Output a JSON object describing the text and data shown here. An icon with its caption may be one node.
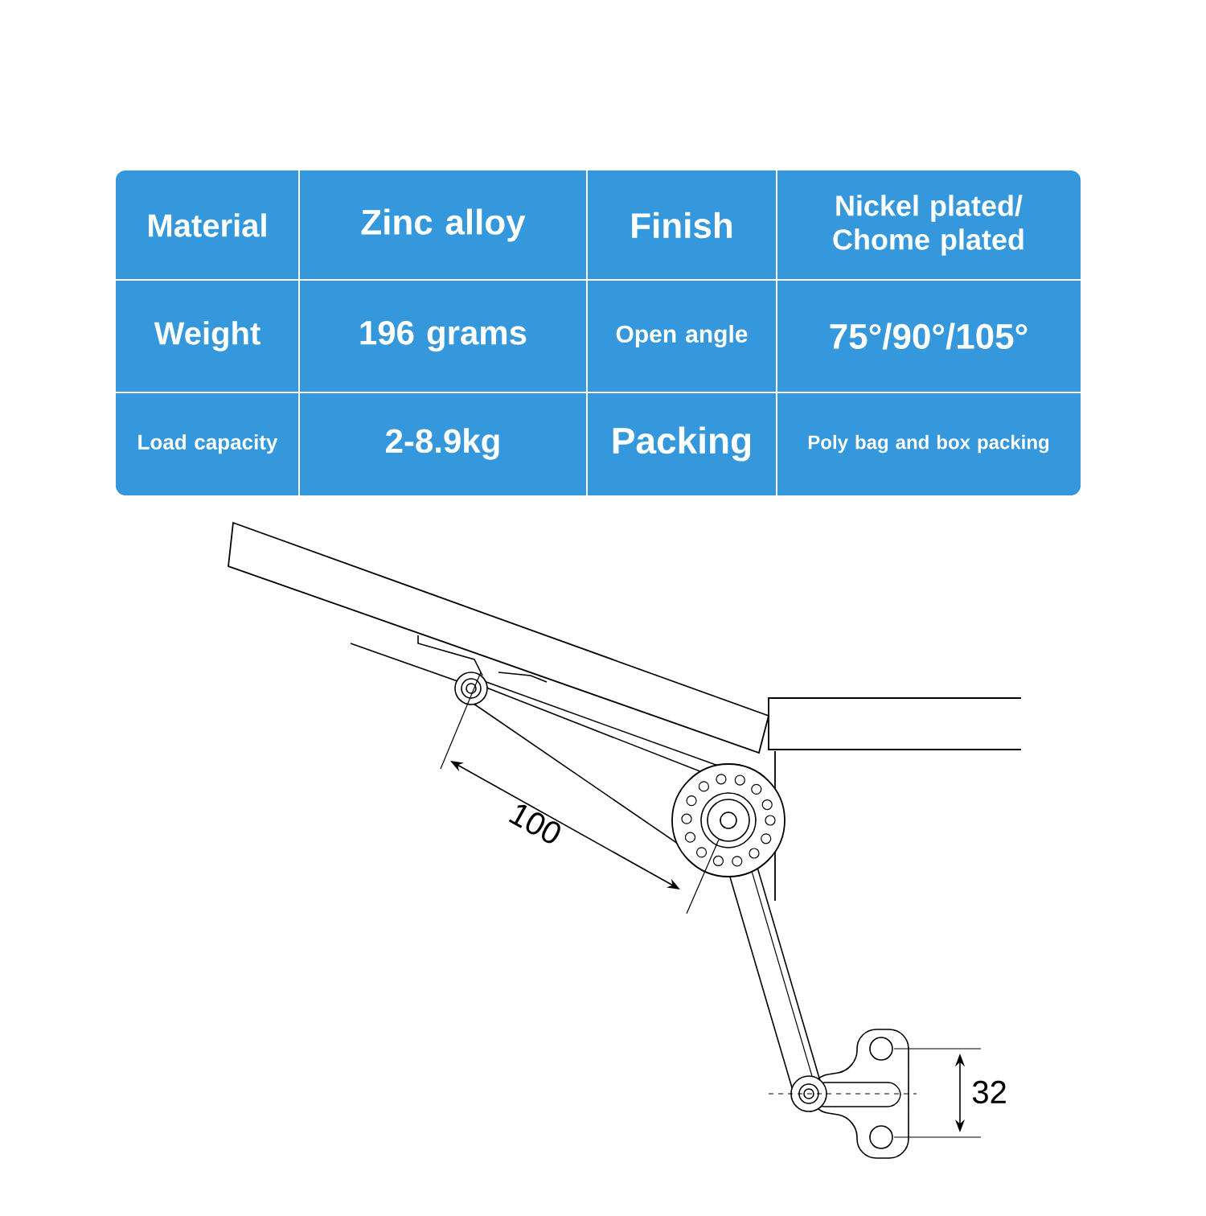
{
  "diagram": {
    "labels": [
      "Material",
      "Zinc alloy",
      "Finish",
      "Nickel plated/ Chome plated",
      "Weight",
      "196 grams",
      "Open angle",
      "75°/90°/105°",
      "Load capacity",
      "2-8.9kg",
      "Packing",
      "Poly bag and box packing",
      "100",
      "32"
    ]
  }
}
